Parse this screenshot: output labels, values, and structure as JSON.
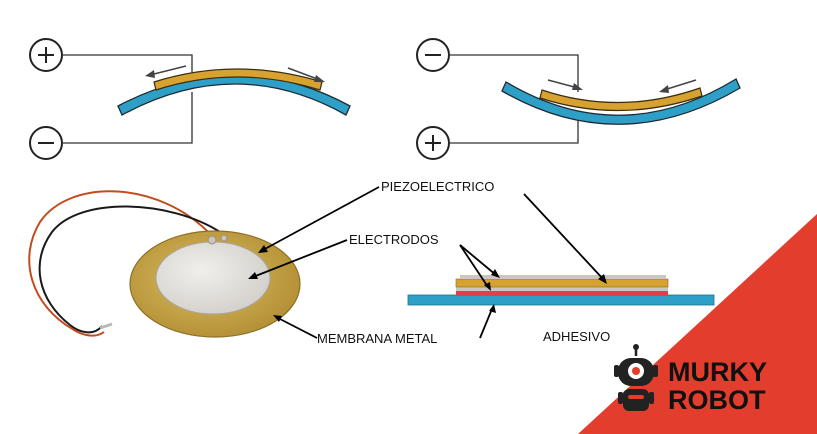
{
  "diagram": {
    "labels": {
      "piezo": "PIEZOELECTRICO",
      "electrodes": "ELECTRODOS",
      "membrane": "MEMBRANA METAL",
      "adhesive": "ADHESIVO"
    },
    "polarity": {
      "top_left": "+",
      "bottom_left": "−",
      "top_right": "−",
      "bottom_right": "+"
    }
  },
  "brand": {
    "line1": "MURKY",
    "line2": "ROBOT",
    "mascot_icon": "robot-mascot-icon"
  },
  "colors": {
    "membrane_blue": "#2ea0c8",
    "piezo_gold": "#d7a22f",
    "electrode_grey": "#c9c7c2",
    "adhesive_red": "#e0404a",
    "brand_red": "#e33d2d",
    "disc_brass": "#c9a84a",
    "disc_ceramic": "#e4e2de"
  }
}
